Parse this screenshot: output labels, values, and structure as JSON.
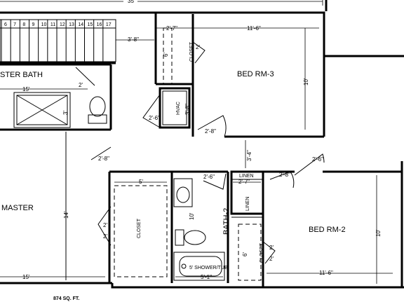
{
  "plan": {
    "top_dimension": "35",
    "stair_steps": [
      "6",
      "7",
      "8",
      "9",
      "10",
      "11",
      "12",
      "13",
      "14",
      "15",
      "16",
      "17"
    ],
    "rooms": {
      "master_bath": "STER BATH",
      "master": "MASTER",
      "bed3": "BED RM-3",
      "bed2": "BED RM-2",
      "bath2": "BATH-2",
      "hvac": "HVAC",
      "linen_top": "LINEN",
      "linen_side": "LINEN",
      "closet_bed3": "CLOSET",
      "closet_master": "CLOSET",
      "closet_bed2": "CLOSET"
    },
    "dims": {
      "hall_width": "3'-8\"",
      "bed3_closet_width": "2'-7\"",
      "bed3_width": "11'-6\"",
      "bed3_depth": "10'",
      "bed3_closet_depth": "6'",
      "bed3_closet_door": "2'",
      "master_bath_width": "15'",
      "master_bath_door": "2'",
      "shower_depth": "3'",
      "hvac_size": "3'-8\"",
      "hvac_door": "2'-6\"",
      "bed3_door": "2'-8\"",
      "hall_length": "3'-4\"",
      "master_door": "2'-8\"",
      "bed2_entry_door": "2'-6\"",
      "bath2_door": "2'-6\"",
      "linen_width": "2'-7\"",
      "bed2_door": "2'-8\"",
      "master_closet_width": "5'",
      "master_closet_door_a": "2'",
      "master_closet_door_b": "2'",
      "master_depth": "14'",
      "master_width": "15'",
      "vanity_depth": "10'",
      "tub_label": "5' SHOWER/TUB",
      "tub_width": "5'-1\"",
      "bed2_closet_depth": "6'",
      "bed2_closet_door_a": "2'",
      "bed2_closet_door_b": "2'",
      "bed2_width": "11'-6\"",
      "bed2_depth": "10'"
    },
    "area_label": "874 SQ. FT."
  }
}
